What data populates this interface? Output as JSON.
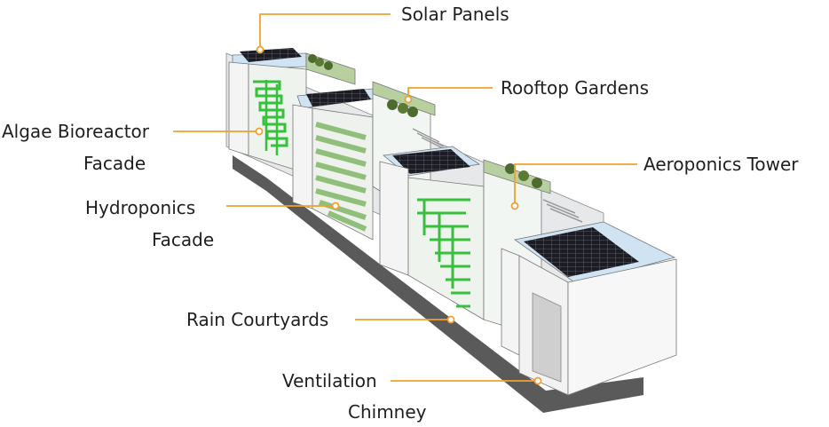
{
  "labels": {
    "solar": "Solar Panels",
    "rooftop": "Rooftop Gardens",
    "algae_1": "Algae Bioreactor",
    "algae_2": "Facade",
    "aero": "Aeroponics Tower",
    "hydro_1": "Hydroponics",
    "hydro_2": "Facade",
    "rain": "Rain Courtyards",
    "vent_1": "Ventilation",
    "vent_2": "Chimney"
  },
  "colors": {
    "leader": "#f0a030",
    "facade_green": "#35c23a",
    "hydro_green": "#8fbf7a",
    "roof_blue": "#cfe3f2",
    "garden": "#b8cfa0",
    "solar": "#1c1c24",
    "wall": "#f4f4f4",
    "base": "#5a5a5a"
  }
}
